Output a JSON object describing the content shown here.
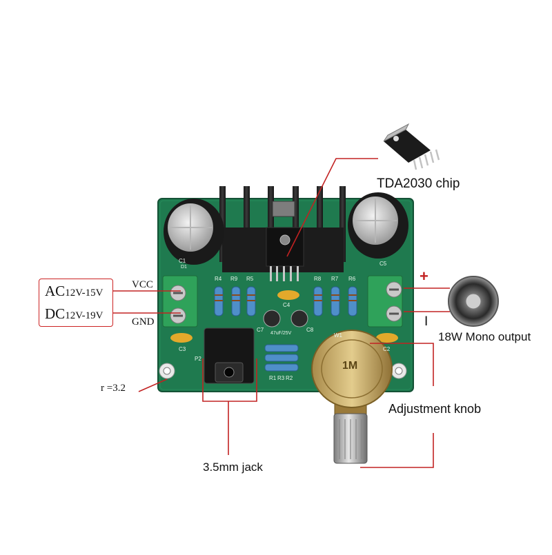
{
  "labels": {
    "chip": "TDA2030 chip",
    "vcc": "VCC",
    "gnd": "GND",
    "ac_prefix": "AC",
    "ac_range": "12V-15V",
    "dc_prefix": "DC",
    "dc_range": "12V-19V",
    "plus": "+",
    "minus": "I",
    "output": "18W Mono output",
    "hole": "r =3.2",
    "knob": "Adjustment knob",
    "jack": "3.5mm jack"
  },
  "pcb_silkscreen": {
    "res_left": [
      "R4",
      "R9",
      "R5"
    ],
    "res_right": [
      "R8",
      "R7",
      "R6"
    ],
    "res_bottom": [
      "R1",
      "R3",
      "R2"
    ],
    "caps": [
      "C1",
      "C4",
      "C5",
      "C7",
      "C8",
      "C3",
      "C2"
    ],
    "port": "P2",
    "pot": "W1",
    "pot_value": "1M",
    "cap_value": "47uF/25V",
    "diode": "D1"
  },
  "colors": {
    "pcb": "#1f7a4f",
    "callout_line": "#c22222",
    "terminal": "#2fa25a"
  }
}
